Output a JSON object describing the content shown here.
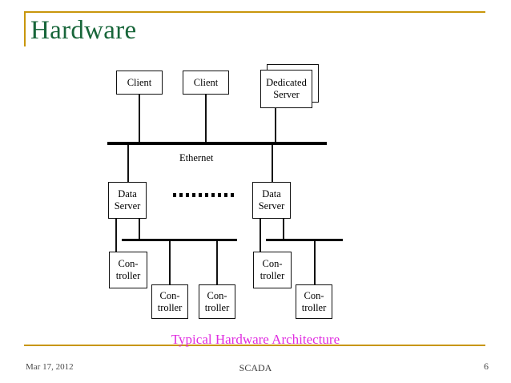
{
  "slide": {
    "title": "Hardware",
    "title_color": "#18663a",
    "accent_color": "#c8960c",
    "caption": "Typical Hardware Architecture",
    "caption_color": "#e02ce0"
  },
  "footer": {
    "date": "Mar 17, 2012",
    "center": "SCADA",
    "page": "6"
  },
  "diagram": {
    "bus_label": "Ethernet",
    "nodes": {
      "client_1": "Client",
      "client_2": "Client",
      "dedicated_server_line1": "Dedicated",
      "dedicated_server_line2": "Server",
      "data_server_left_line1": "Data",
      "data_server_left_line2": "Server",
      "data_server_right_line1": "Data",
      "data_server_right_line2": "Server",
      "controller_line1": "Con-",
      "controller_line2": "troller"
    },
    "ellipsis_dot_count": 10
  }
}
